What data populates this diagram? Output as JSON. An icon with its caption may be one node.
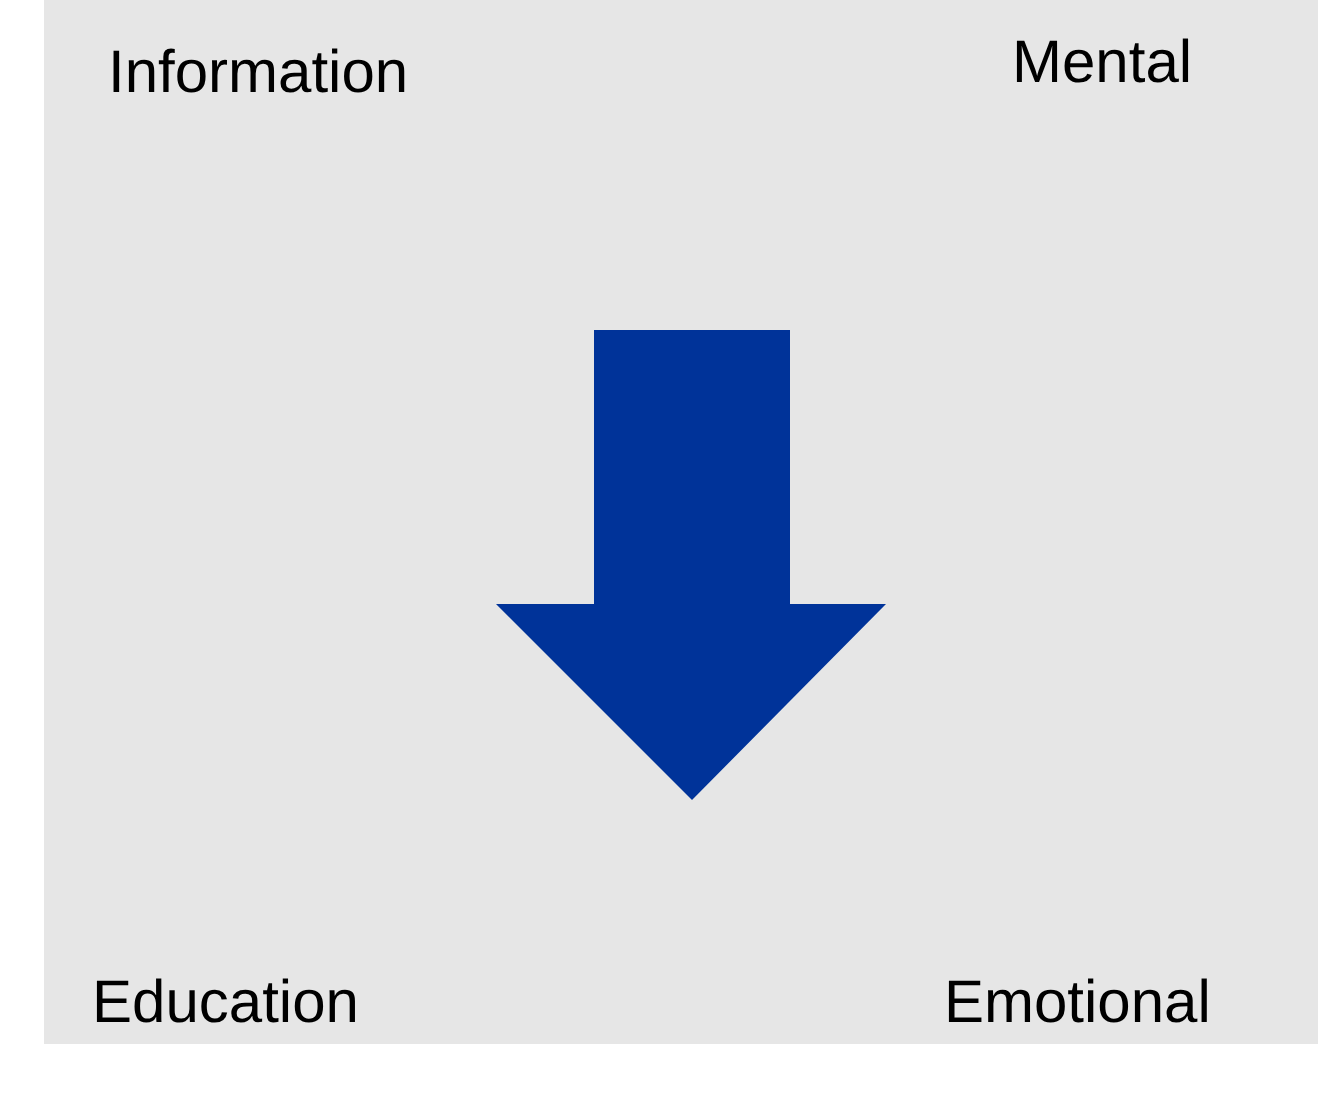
{
  "diagram": {
    "labels": [
      "Information",
      "Mental",
      "Education",
      "Emotional"
    ]
  }
}
